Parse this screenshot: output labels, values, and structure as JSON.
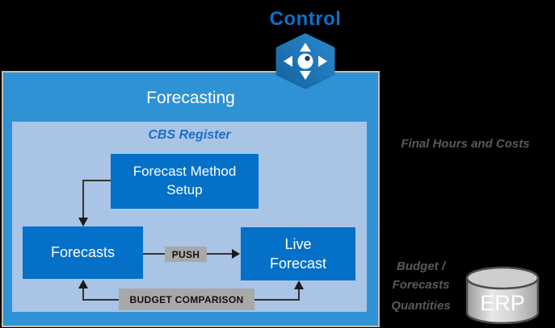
{
  "control": {
    "label": "Control"
  },
  "forecasting": {
    "title": "Forecasting"
  },
  "cbs_register": {
    "title": "CBS Register"
  },
  "nodes": {
    "forecast_method_setup": {
      "line1": "Forecast Method",
      "line2": "Setup"
    },
    "forecasts": {
      "label": "Forecasts"
    },
    "live_forecast": {
      "line1": "Live",
      "line2": "Forecast"
    }
  },
  "connectors": {
    "push": {
      "label": "PUSH"
    },
    "budget_comparison": {
      "label": "BUDGET COMPARISON"
    }
  },
  "annotations": {
    "final_hours_costs": "Final Hours and Costs",
    "budget_lines": [
      "Budget /",
      "Forecasts",
      "Quantities"
    ]
  },
  "erp": {
    "label": "ERP"
  },
  "colors": {
    "outer_box_blue": "#2F92D5",
    "inner_box_blue": "#A9C4E5",
    "node_blue": "#0470C8",
    "connector_label_gray": "#A8A8A8",
    "annotation_text_gray": "#58595B",
    "control_text_blue": "#0C70C4",
    "hexagon_blue_dark": "#15639F",
    "hexagon_blue_light": "#2A88CE",
    "box_border_gray": "#C4BCB1",
    "erp_cylinder_gray": "#CDCDCD",
    "connector_line": "#333333"
  }
}
